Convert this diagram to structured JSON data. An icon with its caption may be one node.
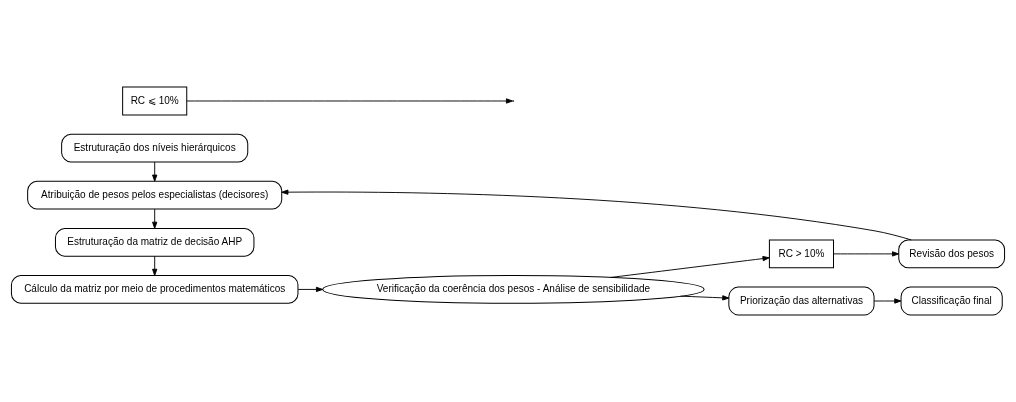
{
  "diagram": {
    "nodes": [
      {
        "text": [
          "Estruturação dos níveis hierárquicos"
        ]
      },
      {
        "text": [
          "Atribuição de pesos pelos especialistas (decisores)"
        ]
      },
      {
        "text": [
          "Revisão dos pesos"
        ]
      },
      {
        "text": [
          "Estruturação da matriz de decisão AHP"
        ]
      },
      {
        "text": [
          "RC > 10%"
        ]
      },
      {
        "text": [
          "RC ⩽ 10%"
        ]
      },
      {
        "text": [
          "Cálculo da matriz por meio de procedimentos matemáticos"
        ]
      },
      {
        "text": [
          "Verificação da coerência dos pesos - Análise de sensibilidade"
        ]
      },
      {
        "text": [
          "Priorização das alternativas"
        ]
      },
      {
        "text": [
          "Classificação final"
        ]
      }
    ],
    "edges": [
      {
        "from": 0,
        "to": 1,
        "arrow": "to"
      },
      {
        "from": 1,
        "to": 3,
        "arrow": "to"
      },
      {
        "from": 3,
        "to": 6,
        "arrow": "to"
      },
      {
        "from": 6,
        "to": 7,
        "arrow": "to"
      },
      {
        "from": 7,
        "to": 4,
        "arrow": "to"
      },
      {
        "from": 4,
        "to": 2,
        "arrow": "to"
      },
      {
        "from": 2,
        "to": 1,
        "arrow": "to"
      },
      {
        "from": 7,
        "to": 8,
        "arrow": "to"
      },
      {
        "from": 5,
        "to": null,
        "arrow": "to"
      },
      {
        "from": 8,
        "to": 9,
        "arrow": "to"
      }
    ]
  }
}
